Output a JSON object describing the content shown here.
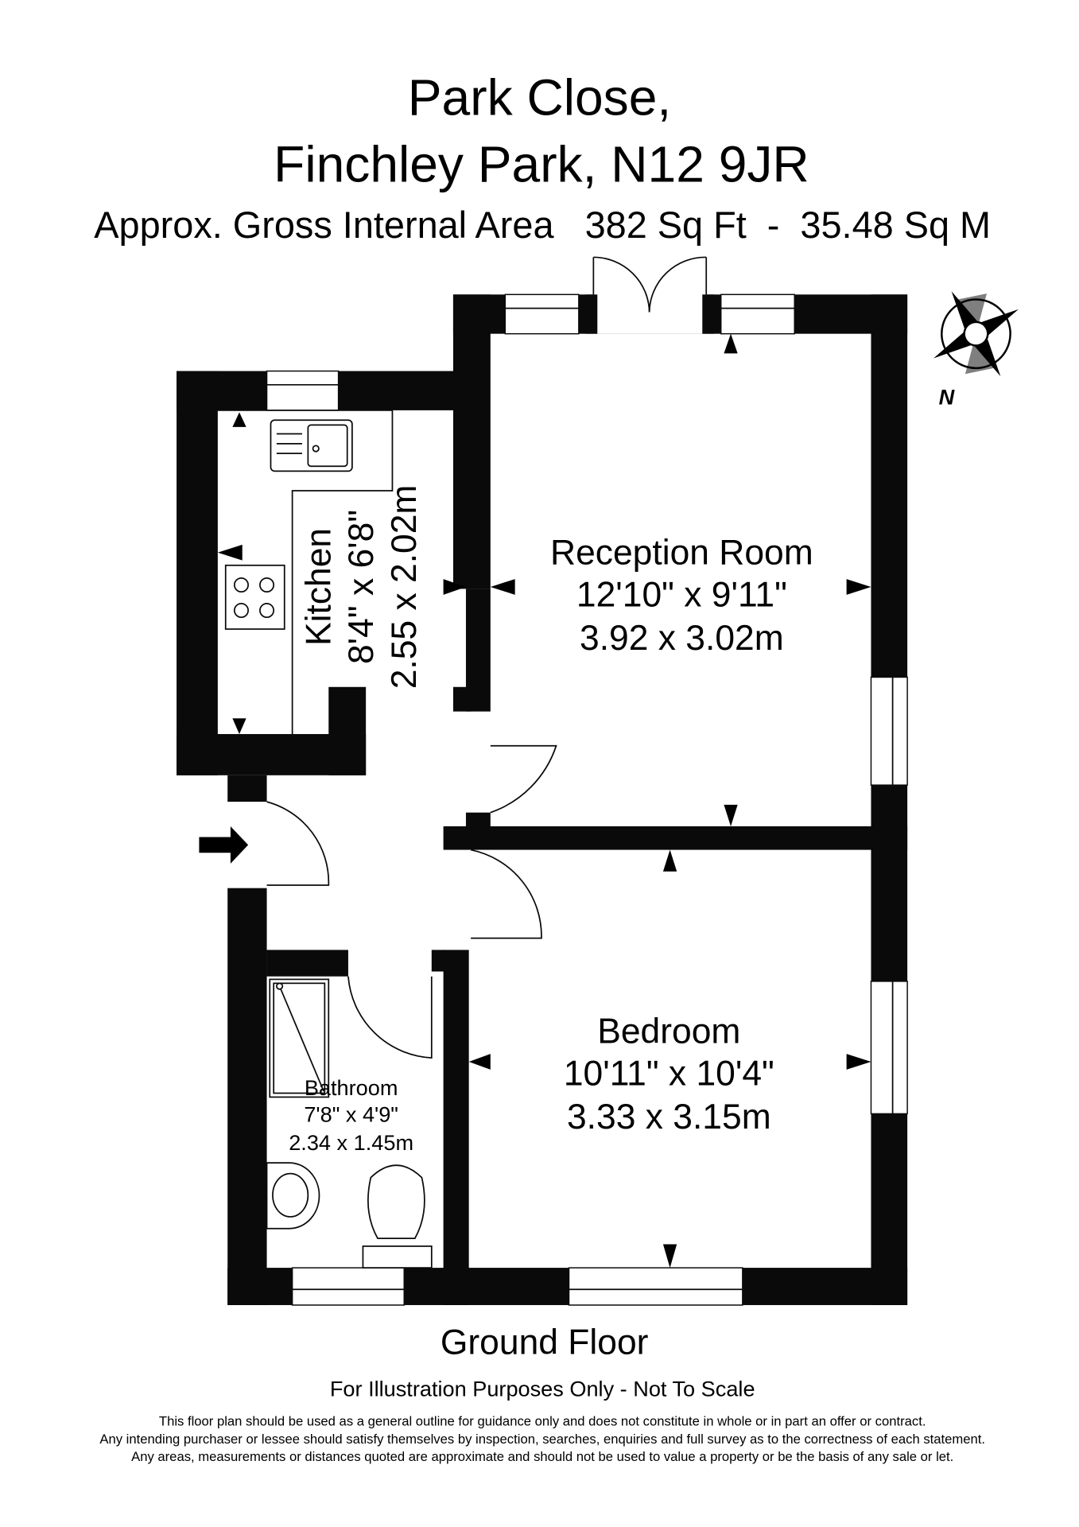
{
  "header": {
    "title_line1": "Park Close,",
    "title_line2": "Finchley Park, N12 9JR",
    "area": "Approx. Gross Internal Area   382 Sq Ft  -  35.48 Sq M"
  },
  "rooms": {
    "reception": {
      "name": "Reception Room",
      "imperial": "12'10\" x 9'11\"",
      "metric": "3.92 x 3.02m"
    },
    "kitchen": {
      "name": "Kitchen",
      "imperial": "8'4\" x 6'8\"",
      "metric": "2.55 x 2.02m"
    },
    "bedroom": {
      "name": "Bedroom",
      "imperial": "10'11\" x 10'4\"",
      "metric": "3.33 x 3.15m"
    },
    "bathroom": {
      "name": "Bathroom",
      "imperial": "7'8\" x 4'9\"",
      "metric": "2.34 x 1.45m"
    }
  },
  "compass": {
    "label": "N"
  },
  "footer": {
    "floor": "Ground Floor",
    "note": "For Illustration Purposes Only - Not To Scale",
    "disclaimer": [
      "This floor plan should be used as a general outline for guidance only and does not constitute in whole or in part an offer or contract.",
      "Any intending purchaser or lessee should satisfy themselves by inspection, searches, enquiries and full survey as to the correctness of each statement.",
      "Any areas, measurements or distances quoted are approximate and should not be used to value a property or be the basis of any sale or let."
    ]
  }
}
